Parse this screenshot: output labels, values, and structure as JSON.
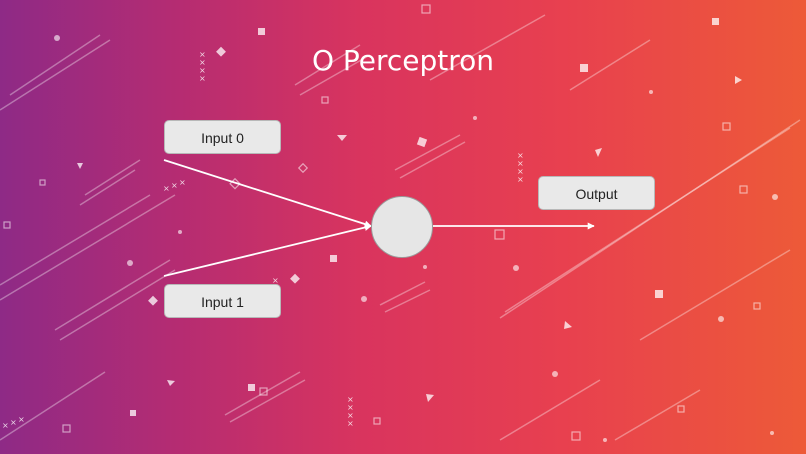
{
  "title": "O Perceptron",
  "nodes": {
    "input0": "Input 0",
    "input1": "Input 1",
    "output": "Output"
  },
  "colors": {
    "gradient_start": "#8e2a86",
    "gradient_end": "#ed5a38",
    "box_fill": "#e9e9e9",
    "arrow": "#ffffff"
  }
}
